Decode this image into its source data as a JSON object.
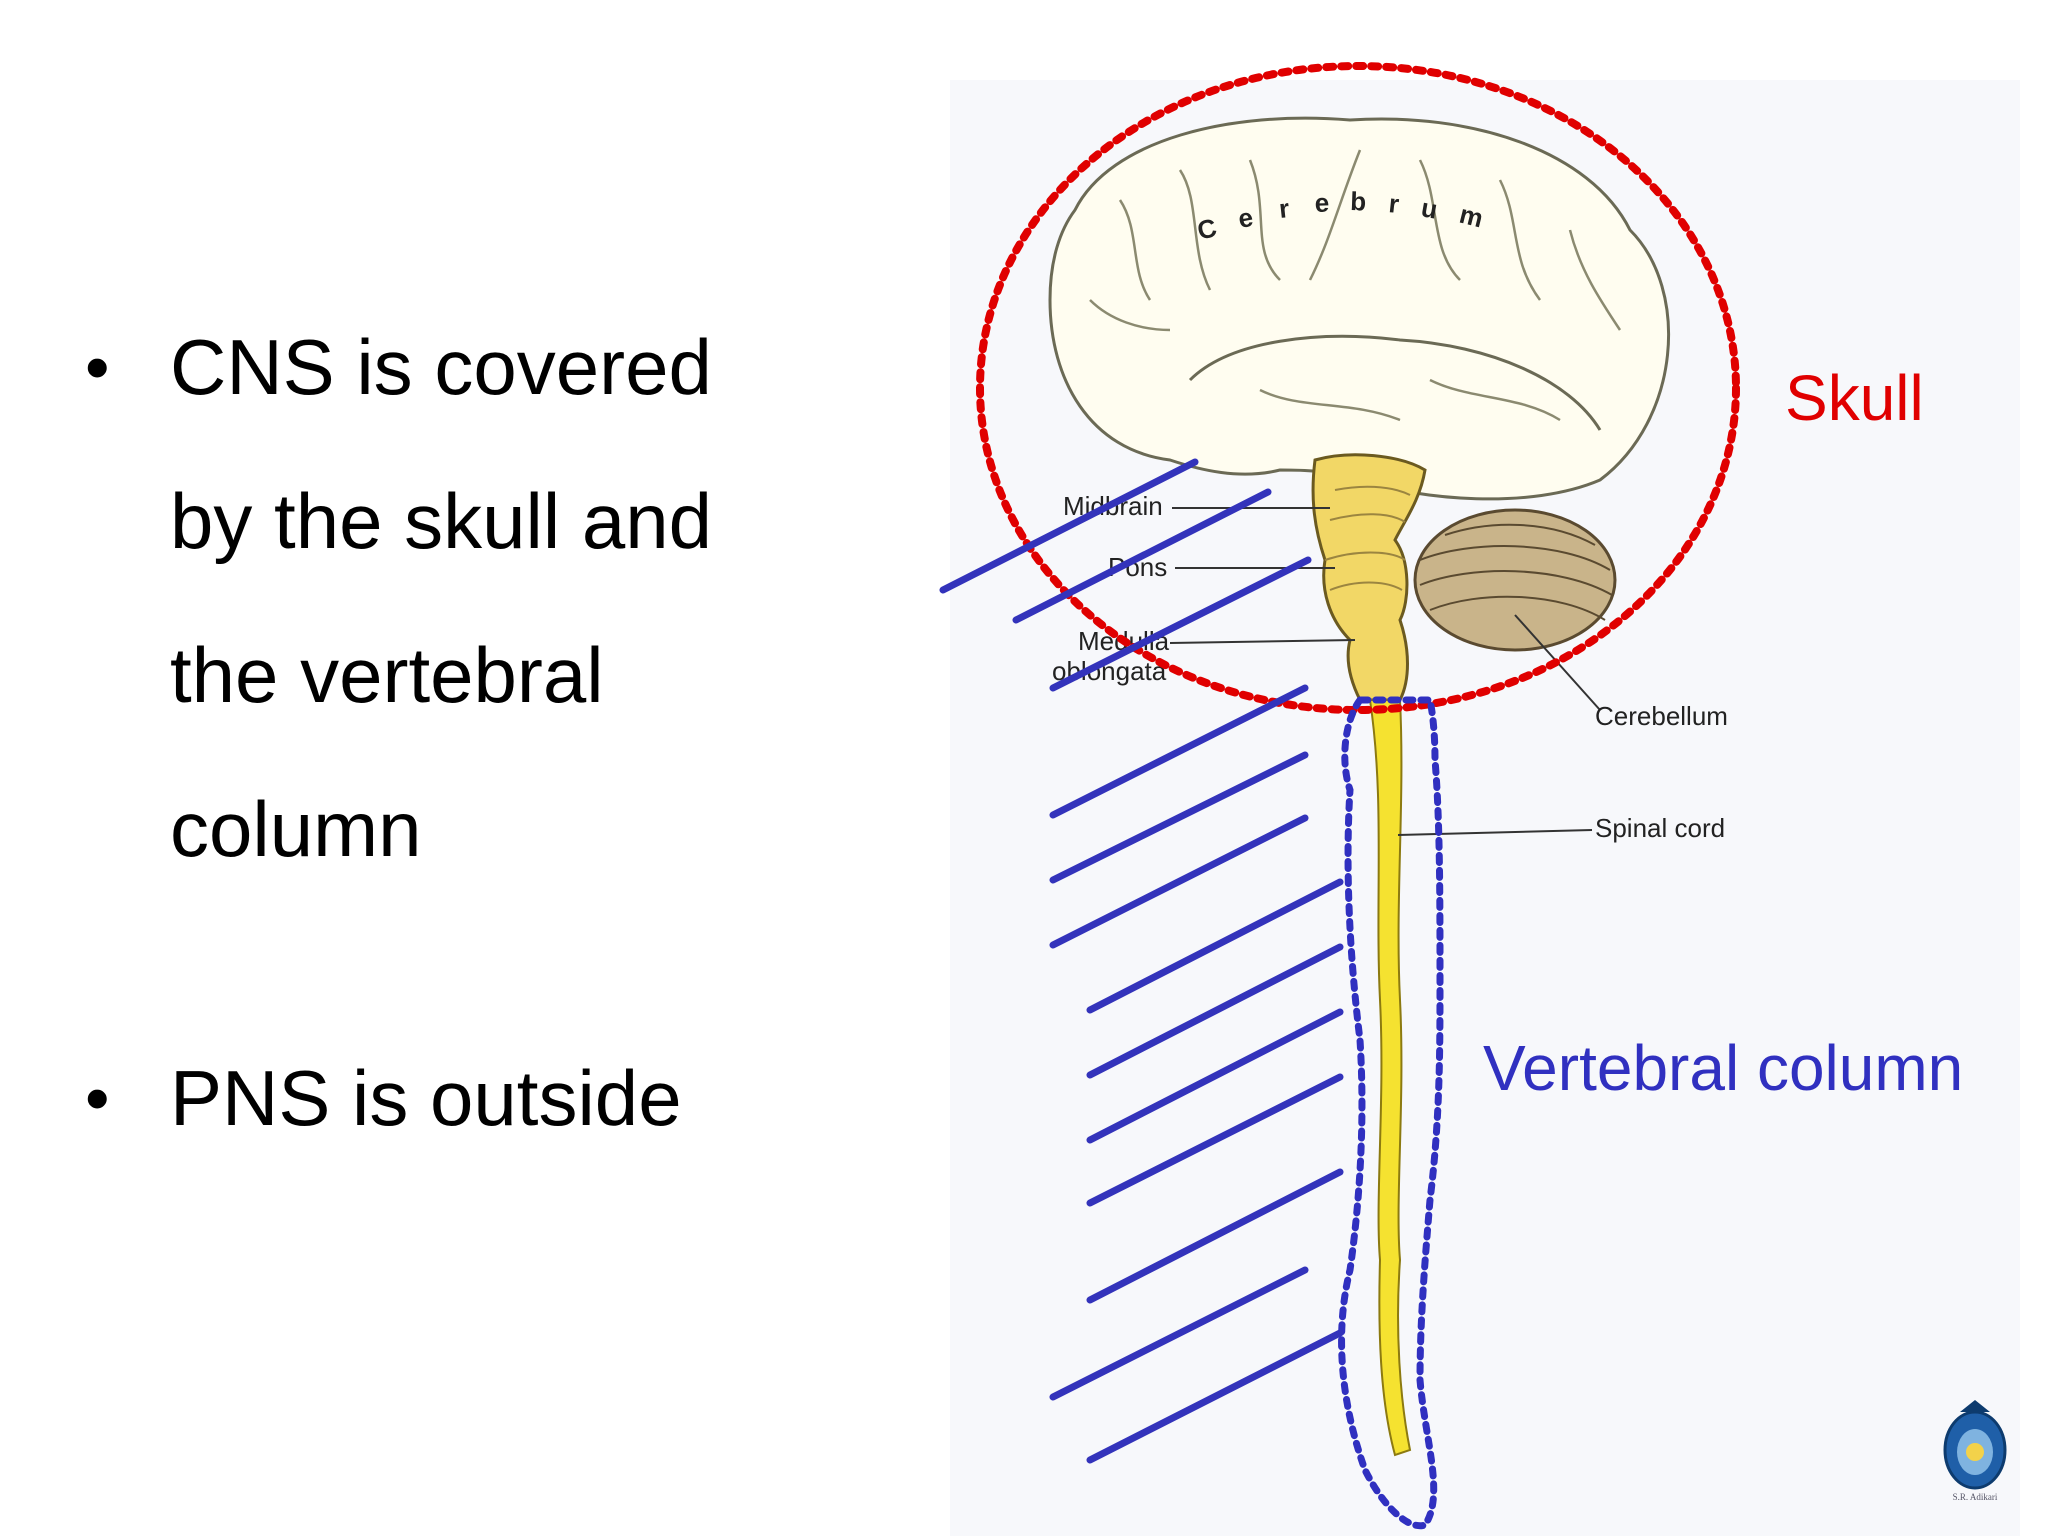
{
  "bullets": [
    {
      "lines": [
        "CNS is covered",
        "by the skull and",
        "the vertebral",
        "column"
      ]
    },
    {
      "lines": [
        "PNS is outside"
      ]
    }
  ],
  "callouts": {
    "skull": {
      "label": "Skull",
      "color": "#e00000"
    },
    "vertebral_column": {
      "label": "Vertebral column",
      "color": "#3030c0"
    }
  },
  "anatomy_labels": {
    "cerebrum": [
      "C",
      "e",
      "r",
      "e",
      "b",
      "r",
      "u",
      "m"
    ],
    "midbrain": "Midbrain",
    "pons": "Pons",
    "medulla": [
      "Medulla",
      "oblongata"
    ],
    "cerebellum": "Cerebellum",
    "spinal_cord": "Spinal cord"
  },
  "nerve_color": "#3333bb",
  "logo": {
    "icon": "university-crest-icon",
    "caption": "S.R. Adikari"
  }
}
